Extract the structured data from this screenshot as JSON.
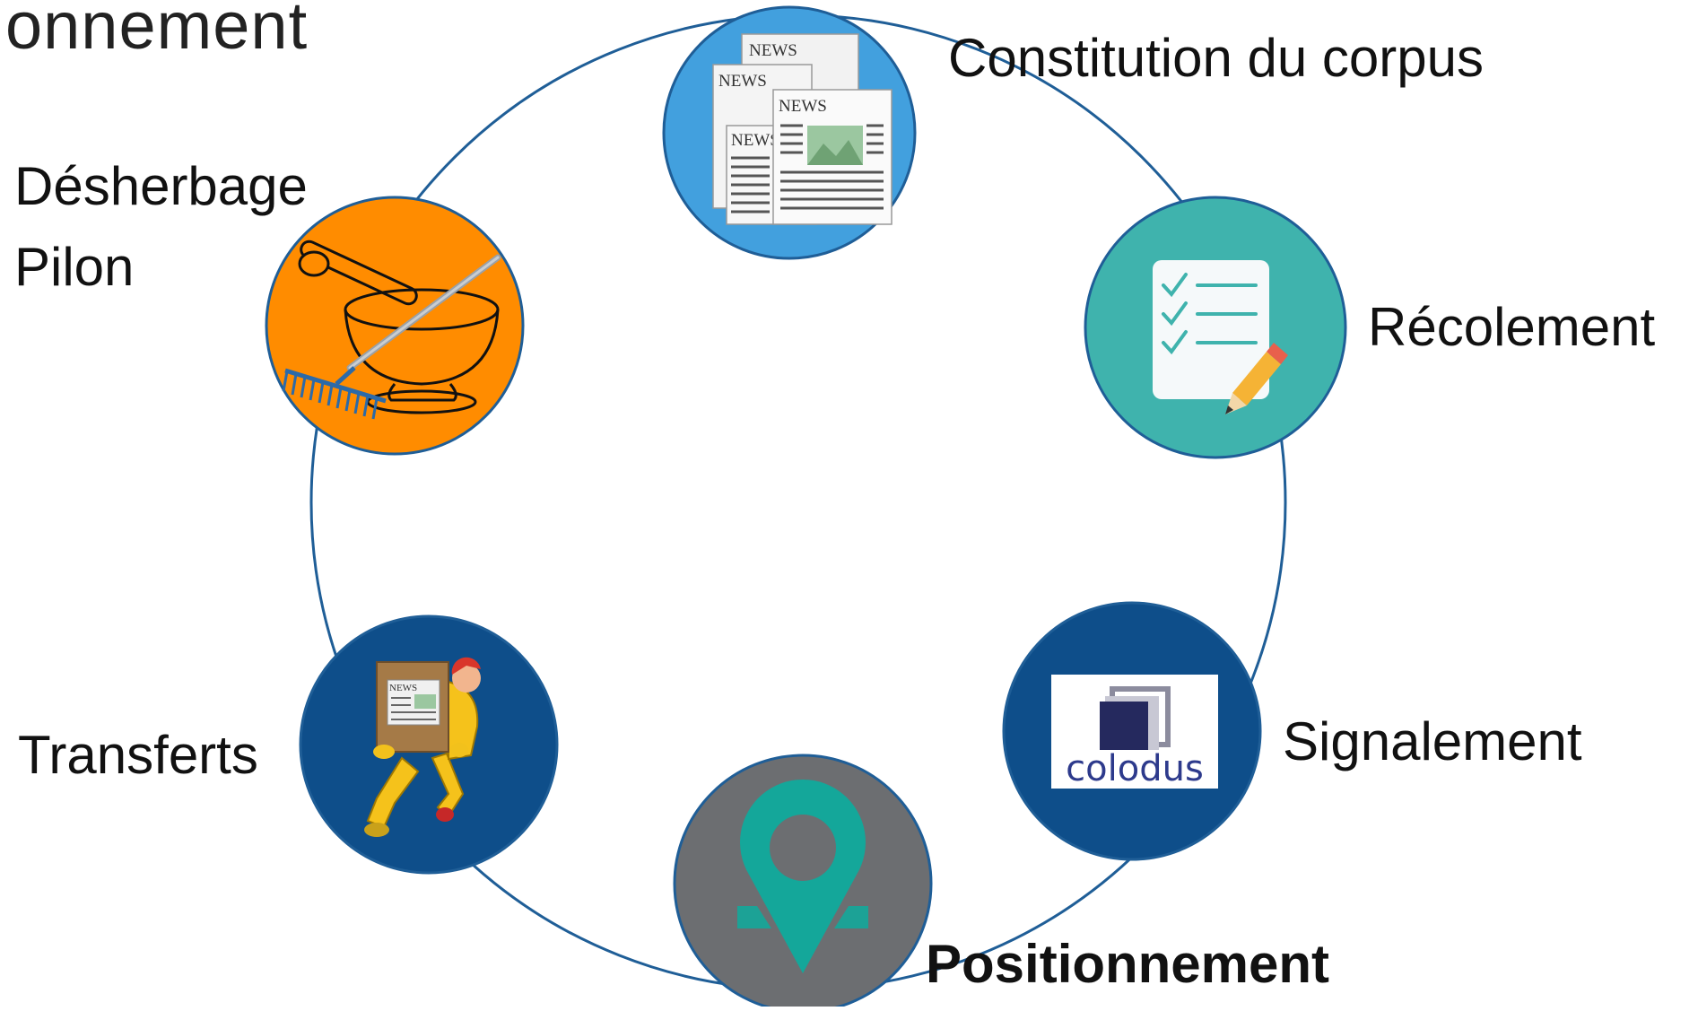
{
  "slide": {
    "title_fragment": "onnement"
  },
  "cycle": {
    "stages": [
      {
        "key": "corpus",
        "label": "Constitution du corpus",
        "icon": "newspapers-icon",
        "color": "#42A0DE",
        "bold": false
      },
      {
        "key": "recolement",
        "label": "Récolement",
        "icon": "checklist-icon",
        "color": "#3FB3AD",
        "bold": false
      },
      {
        "key": "signalement",
        "label": "Signalement",
        "icon": "colodus-logo",
        "color": "#0E4E8A",
        "bold": false
      },
      {
        "key": "positionnement",
        "label": "Positionnement",
        "icon": "location-pin-icon",
        "color": "#6C6E71",
        "bold": true
      },
      {
        "key": "transferts",
        "label": "Transferts",
        "icon": "mover-carrying-box-icon",
        "color": "#0E4E8A",
        "bold": false
      },
      {
        "key": "desherbage",
        "label_line1": "Désherbage",
        "label_line2": "Pilon",
        "icon": "mortar-and-rake-icon",
        "color": "#FF8C00",
        "bold": false
      }
    ],
    "ring_color": "#1F5E97",
    "logo_text": "colodus",
    "newspaper_text": "NEWS"
  }
}
